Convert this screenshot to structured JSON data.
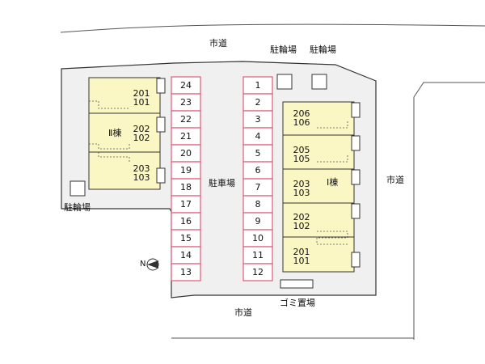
{
  "roads": {
    "top": "市道",
    "right": "市道",
    "bottom": "市道"
  },
  "parking": {
    "label": "駐車場",
    "left_column": [
      "24",
      "23",
      "22",
      "21",
      "20",
      "19",
      "18",
      "17",
      "16",
      "15",
      "14",
      "13"
    ],
    "right_column": [
      "1",
      "2",
      "3",
      "4",
      "5",
      "6",
      "7",
      "8",
      "9",
      "10",
      "11",
      "12"
    ],
    "slot_border_color": "#e05a7a"
  },
  "bicycle_parking": {
    "top_left": "駐輪場",
    "top_right": "駐輪場",
    "left": "駐輪場"
  },
  "garbage": {
    "label": "ゴミ置場"
  },
  "building_2": {
    "name": "Ⅱ棟",
    "units": [
      {
        "upper": "201",
        "lower": "101"
      },
      {
        "upper": "202",
        "lower": "102"
      },
      {
        "upper": "203",
        "lower": "103"
      }
    ]
  },
  "building_1": {
    "name": "Ⅰ棟",
    "units": [
      {
        "upper": "206",
        "lower": "106"
      },
      {
        "upper": "205",
        "lower": "105"
      },
      {
        "upper": "203",
        "lower": "103"
      },
      {
        "upper": "202",
        "lower": "102"
      },
      {
        "upper": "201",
        "lower": "101"
      }
    ]
  },
  "compass": {
    "letter": "N"
  },
  "colors": {
    "lot": "#f0f0f0",
    "building": "#fbf7c5",
    "outline": "#333333"
  }
}
